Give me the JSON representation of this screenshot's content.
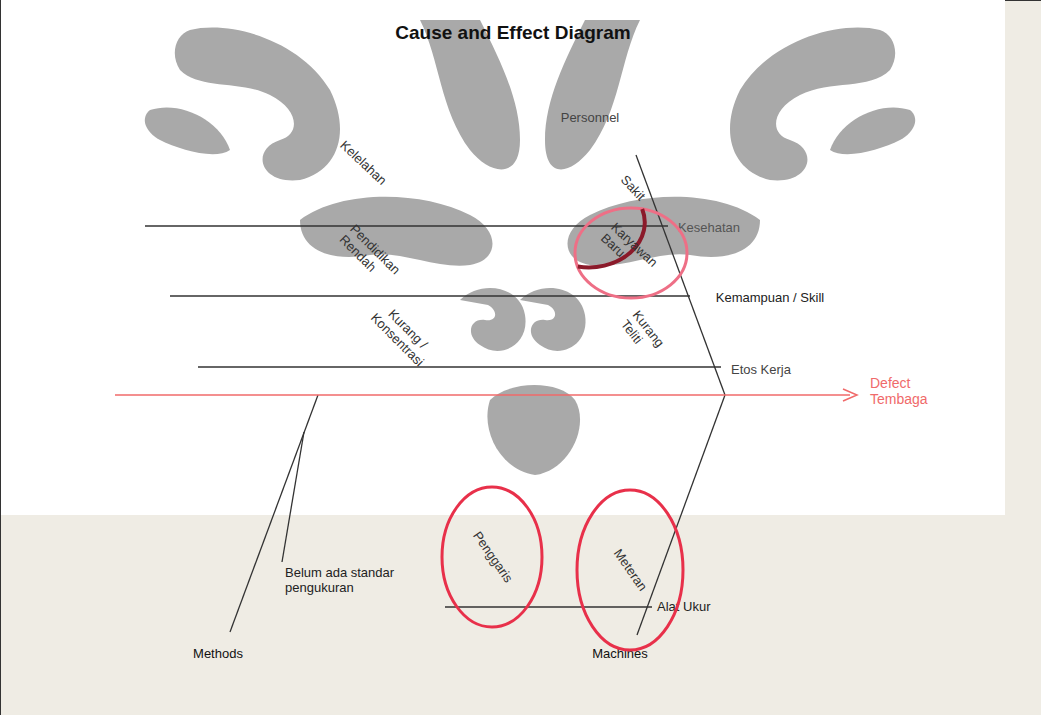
{
  "diagram": {
    "title": "Cause and Effect Diagram",
    "nodes": [
      {
        "text": [
          "Karyawan Baru"
        ]
      },
      {
        "text": [
          "Penggaris"
        ]
      },
      {
        "text": [
          "Meteran"
        ]
      }
    ],
    "labels": [
      "Personnel",
      "Kesehatan",
      "Kemampuan / Skill",
      "Etos Kerja",
      "Kelelahan",
      "Sakit",
      "Pendidikan Rendah",
      "Kurang / Konsentrasi",
      "Kurang Teliti",
      "Defect Tembaga",
      "Belum ada standar pengukuran",
      "Alat Ukur",
      "Methods",
      "Machines"
    ]
  }
}
